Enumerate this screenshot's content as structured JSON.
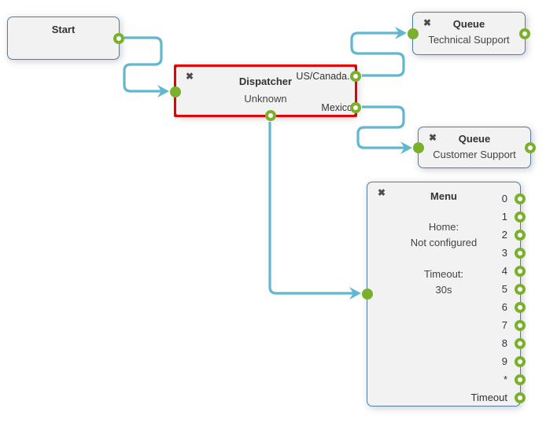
{
  "colors": {
    "connector": "#61b7cf",
    "endpoint_green": "#7ab02c",
    "node_border": "#527ea0",
    "node_background": "#f2f2f3",
    "selection_border": "#e60000",
    "title_text": "#333333",
    "body_text": "#444444",
    "close_icon_color": "#4d4d4d"
  },
  "icons": {
    "close": "✖"
  },
  "nodes": {
    "start": {
      "title": "Start"
    },
    "dispatcher": {
      "title": "Dispatcher",
      "subtitle": "Unknown",
      "selected": true,
      "outputs": [
        {
          "label": "US/Canada.."
        },
        {
          "label": "Mexico"
        }
      ]
    },
    "queue_technical": {
      "title": "Queue",
      "subtitle": "Technical Support"
    },
    "queue_customer": {
      "title": "Queue",
      "subtitle": "Customer Support"
    },
    "menu": {
      "title": "Menu",
      "body_lines": [
        "Home:",
        "Not configured",
        "",
        "Timeout:",
        "30s"
      ],
      "ports": [
        "0",
        "1",
        "2",
        "3",
        "4",
        "5",
        "6",
        "7",
        "8",
        "9",
        "*",
        "Timeout"
      ]
    }
  }
}
